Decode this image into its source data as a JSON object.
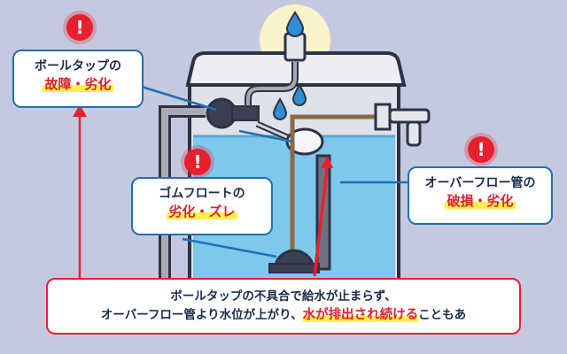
{
  "callouts": {
    "ballTap": {
      "line1": "ボールタップの",
      "line2": "故障・劣化"
    },
    "rubberFloat": {
      "line1": "ゴムフロートの",
      "line2": "劣化・ズレ"
    },
    "overflow": {
      "line1": "オーバーフロー管の",
      "line2": "破損・劣化"
    }
  },
  "warning_mark": "!",
  "note": {
    "line1": "ボールタップの不具合で給水が止まらず、",
    "line2_prefix": "オーバーフロー管より水位が上がり、",
    "line2_highlight": "水が排出され続ける",
    "line2_suffix": "こともあ"
  },
  "colors": {
    "background": "#c5c9df",
    "water": "#7ec8ec",
    "callout_border": "#1f6fb4",
    "alert_red": "#e8202e",
    "highlight_yellow": "#fff04a"
  }
}
